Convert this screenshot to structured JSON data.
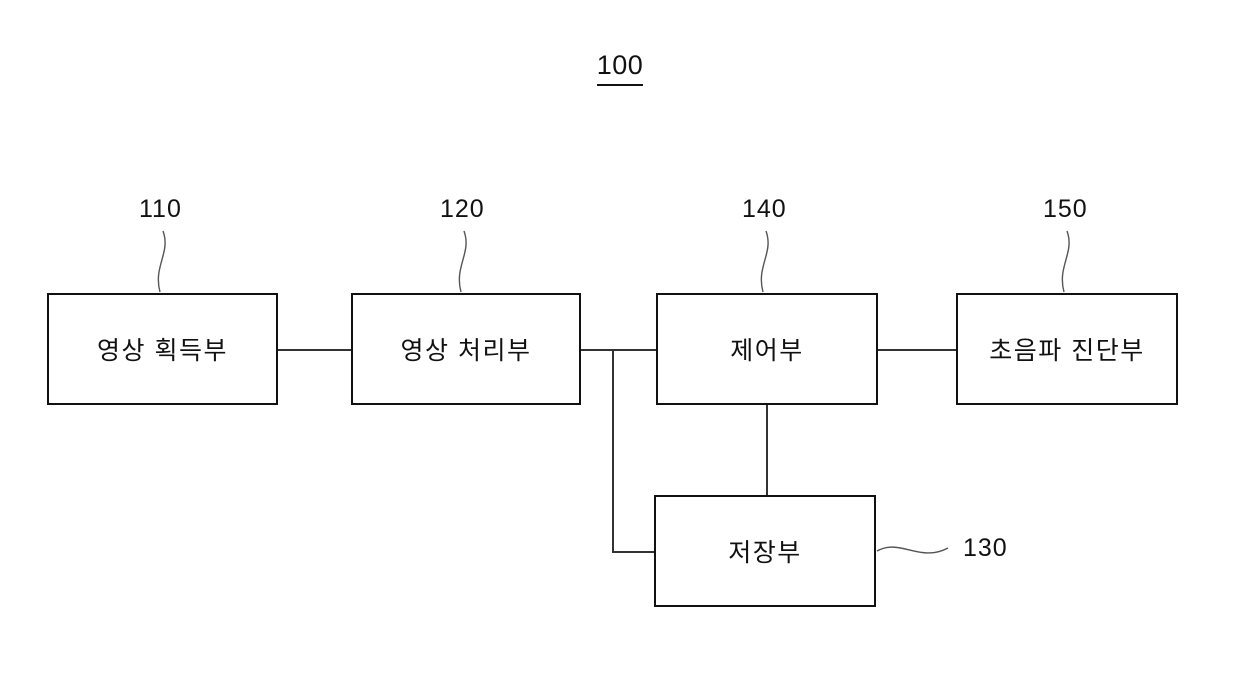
{
  "figure": {
    "number": "100"
  },
  "blocks": [
    {
      "id": "image-acquisition",
      "label": "영상 획득부",
      "ref": "110"
    },
    {
      "id": "image-processing",
      "label": "영상 처리부",
      "ref": "120"
    },
    {
      "id": "controller",
      "label": "제어부",
      "ref": "140"
    },
    {
      "id": "ultrasound-diagnosis",
      "label": "초음파 진단부",
      "ref": "150"
    },
    {
      "id": "storage",
      "label": "저장부",
      "ref": "130"
    }
  ],
  "colors": {
    "background": "#ffffff",
    "stroke": "#111111",
    "line": "#333333",
    "leader": "#555555"
  },
  "diagram_data": {
    "type": "block-diagram",
    "title": "100",
    "nodes": [
      {
        "ref": "110",
        "label": "영상 획득부"
      },
      {
        "ref": "120",
        "label": "영상 처리부"
      },
      {
        "ref": "140",
        "label": "제어부"
      },
      {
        "ref": "150",
        "label": "초음파 진단부"
      },
      {
        "ref": "130",
        "label": "저장부"
      }
    ],
    "edges": [
      {
        "from": "110",
        "to": "120"
      },
      {
        "from": "120",
        "to": "140"
      },
      {
        "from": "140",
        "to": "150"
      },
      {
        "from": "140",
        "to": "130"
      },
      {
        "from": "120",
        "to": "130"
      }
    ]
  }
}
